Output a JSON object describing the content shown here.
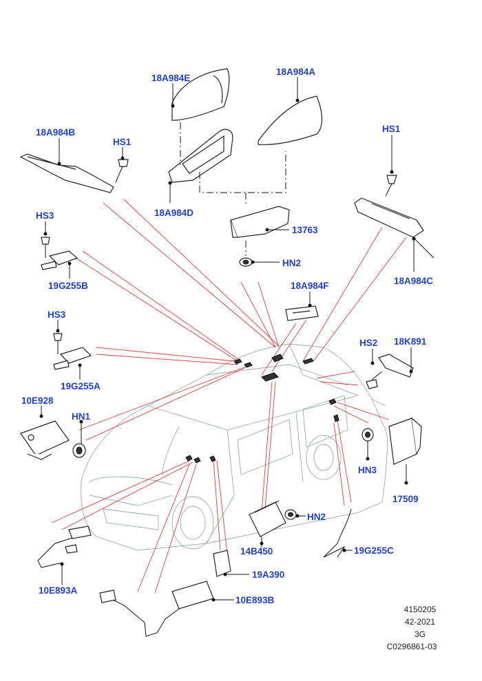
{
  "part_labels": {
    "p18A984E": "18A984E",
    "p18A984A": "18A984A",
    "p18A984B": "18A984B",
    "pHS1_left": "HS1",
    "pHS1_right": "HS1",
    "p18A984D": "18A984D",
    "p13763": "13763",
    "pHN2_top": "HN2",
    "p18A984C": "18A984C",
    "pHS3_top": "HS3",
    "p19G255B": "19G255B",
    "p18A984F": "18A984F",
    "pHS3_mid": "HS3",
    "p19G255A": "19G255A",
    "pHS2": "HS2",
    "p18K891": "18K891",
    "p10E928": "10E928",
    "pHN1": "HN1",
    "pHN3": "HN3",
    "p17509": "17509",
    "pHN2_bottom": "HN2",
    "p14B450": "14B450",
    "p19G255C": "19G255C",
    "p10E893A": "10E893A",
    "p19A390": "19A390",
    "p10E893B": "10E893B"
  },
  "reference_block": {
    "line1": "4150205",
    "line2": "42-2021",
    "line3": "3G",
    "line4": "C0296861-03"
  },
  "colors": {
    "label_blue": "#1f3fd6",
    "leader_red": "#e23a3a",
    "line_black": "#111111"
  }
}
